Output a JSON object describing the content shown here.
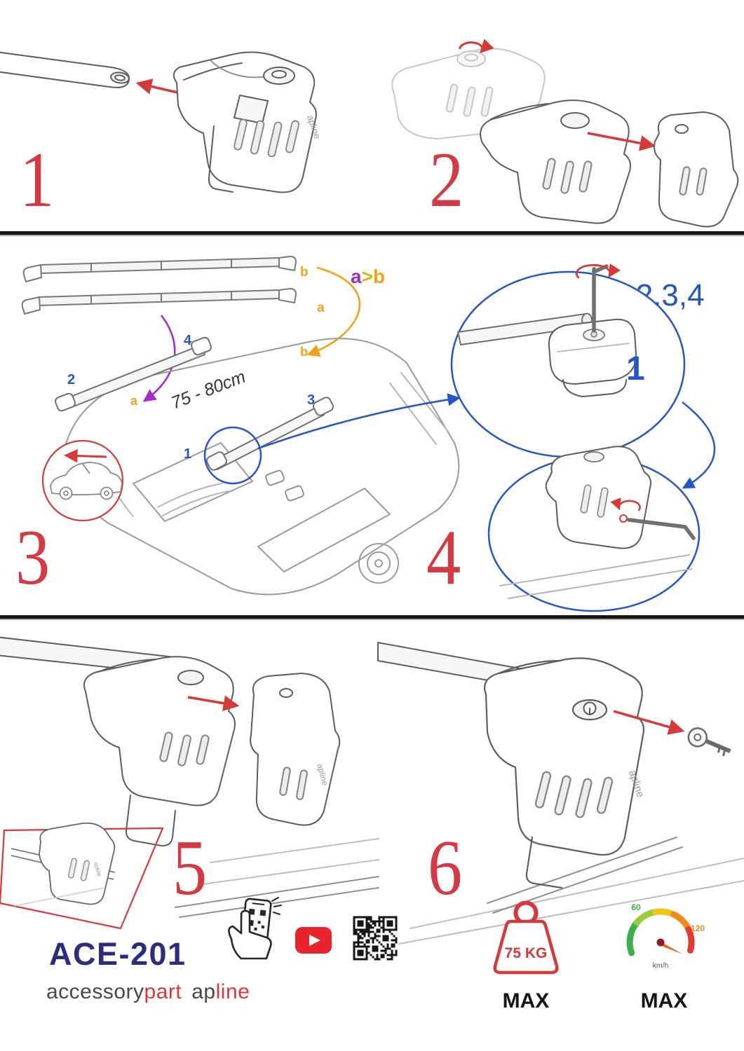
{
  "steps": {
    "n1": "1",
    "n2": "2",
    "n3": "3",
    "n4": "4",
    "n5": "5",
    "n6": "6"
  },
  "install": {
    "bars": {
      "top_b": "b",
      "top_a": "a",
      "roof_a": "a",
      "roof_b": "b"
    },
    "order": {
      "a": "a",
      "gt": ">",
      "b": "b"
    },
    "sequence": {
      "first": "1",
      "rest": ",2,3,4"
    },
    "dimension": "75 - 80cm",
    "positions": {
      "p1": "1",
      "p2": "2",
      "p3": "3",
      "p4": "4"
    },
    "detail_label": "1"
  },
  "brand": {
    "model": "ACE-201",
    "word1": "accessory",
    "word2": "part",
    "word3": "ap",
    "word4": "line",
    "foot_logo": "apline"
  },
  "badges": {
    "weight": {
      "value": "75 KG",
      "label": "MAX"
    },
    "speed": {
      "min": "60",
      "max_val": "120",
      "unit": "km/h",
      "label": "MAX"
    }
  },
  "colors": {
    "step_red": "#d23b44",
    "accent_red": "#d43a3a",
    "blue": "#2456c4",
    "gray_digit": "#a3a3a3",
    "orange": "#f0a11a",
    "purple": "#a32cc4",
    "yellow": "#d8b400",
    "navy": "#2d2d7f",
    "green": "#3fae49",
    "youtube_red": "#e8242e",
    "lineart": "#5d5d5d"
  }
}
